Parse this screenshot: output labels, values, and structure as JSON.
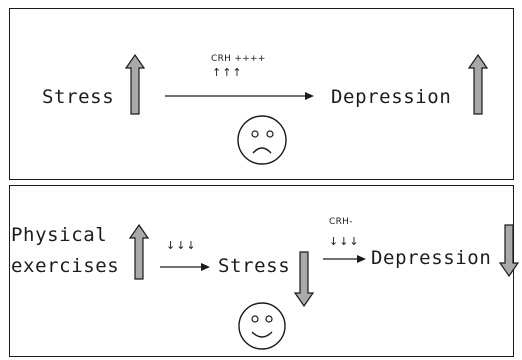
{
  "panel_top": {
    "stress_label": "Stress",
    "crh_label": "CRH ++++",
    "crh_arrows": "↑↑↑",
    "depression_label": "Depression",
    "mood": "sad-face-icon",
    "stress_trend": "up-arrow-icon",
    "depression_trend": "up-arrow-icon"
  },
  "panel_bottom": {
    "physical_line1": "Physical",
    "physical_line2": "exercises",
    "down_arrows_left": "↓↓↓",
    "stress_label": "Stress",
    "crh_label": "CRH-",
    "crh_arrows": "↓↓↓",
    "depression_label": "Depression",
    "mood": "smiley-face-icon",
    "physical_trend": "up-arrow-icon",
    "stress_trend": "down-arrow-icon",
    "depression_trend": "down-arrow-icon"
  },
  "colors": {
    "block_arrow_fill": "#a9a9a9",
    "stroke": "#1a1a1a"
  }
}
